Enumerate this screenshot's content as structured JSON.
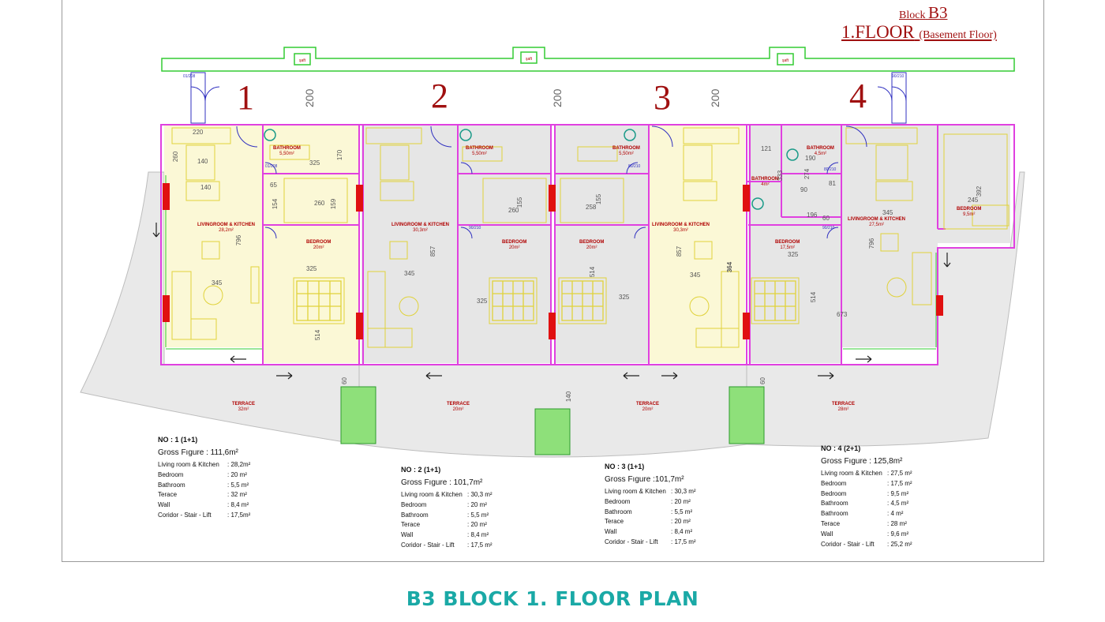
{
  "header": {
    "block_prefix": "Block",
    "block_name": "B3",
    "floor_main": "1.FLOOR",
    "floor_sub": "(Basement Floor)"
  },
  "shaft_label": "şaft",
  "gap_dimension": "200",
  "unit_numbers": [
    "1",
    "2",
    "3",
    "4"
  ],
  "rooms": {
    "u1_living": {
      "name": "LIVINGROOM & KITCHEN",
      "area": "28,2m²"
    },
    "u1_bath": {
      "name": "BATHROOM",
      "area": "5,50m²"
    },
    "u1_bed": {
      "name": "BEDROOM",
      "area": "20m²"
    },
    "u1_terrace": {
      "name": "TERRACE",
      "area": "32m²"
    },
    "u2_living": {
      "name": "LIVINGROOM & KITCHEN",
      "area": "30,3m²"
    },
    "u2_bath": {
      "name": "BATHROOM",
      "area": "5,50m²"
    },
    "u2_bed": {
      "name": "BEDROOM",
      "area": "20m²"
    },
    "u2_terrace": {
      "name": "TERRACE",
      "area": "20m²"
    },
    "u3_bath": {
      "name": "BATHROOM",
      "area": "5,50m²"
    },
    "u3_bed": {
      "name": "BEDROOM",
      "area": "20m²"
    },
    "u3_living": {
      "name": "LIVINGROOM & KITCHEN",
      "area": "30,3m²"
    },
    "u3_terrace": {
      "name": "TERRACE",
      "area": "20m²"
    },
    "u4_bath1": {
      "name": "BATHROOM",
      "area": "4m²"
    },
    "u4_bath2": {
      "name": "BATHROOM",
      "area": "4,5m²"
    },
    "u4_bed1": {
      "name": "BEDROOM",
      "area": "17,5m²"
    },
    "u4_living": {
      "name": "LIVINGROOM & KITCHEN",
      "area": "27,5m²"
    },
    "u4_bed2": {
      "name": "BEDROOM",
      "area": "9,5m²"
    },
    "u4_terrace": {
      "name": "TERRACE",
      "area": "28m²"
    }
  },
  "measurements": [
    "220",
    "260",
    "140",
    "140",
    "796",
    "345",
    "325",
    "514",
    "65",
    "154",
    "260",
    "159",
    "170",
    "325",
    "857",
    "345",
    "155",
    "260",
    "325",
    "258",
    "155",
    "514",
    "325",
    "857",
    "345",
    "364",
    "121",
    "333",
    "274",
    "190",
    "90",
    "81",
    "196",
    "60",
    "325",
    "514",
    "673",
    "796",
    "345",
    "392",
    "245",
    "60",
    "140",
    "60",
    "01/208",
    "01/208",
    "80/210",
    "80/210",
    "90/210",
    "90/210",
    "90/210"
  ],
  "units": [
    {
      "title": "NO : 1  (1+1)",
      "gross": "Gross Fıgure  : 111,6m²",
      "rows": [
        {
          "k": "Living room & Kitchen",
          "v": ":  28,2m²"
        },
        {
          "k": "Bedroom",
          "v": ":  20 m²"
        },
        {
          "k": "Bathroom",
          "v": ":  5,5 m²"
        },
        {
          "k": "Terace",
          "v": ":  32 m²"
        },
        {
          "k": "Wall",
          "v": ":  8,4 m²"
        },
        {
          "k": "Coridor - Stair - Lift",
          "v": ":  17,5m²"
        }
      ]
    },
    {
      "title": "NO : 2  (1+1)",
      "gross": "Gross Fıgure  : 101,7m²",
      "rows": [
        {
          "k": "Living room & Kitchen",
          "v": ":  30,3  m²"
        },
        {
          "k": "Bedroom",
          "v": ":  20  m²"
        },
        {
          "k": "Bathroom",
          "v": ":  5,5  m²"
        },
        {
          "k": "Terace",
          "v": ":  20  m²"
        },
        {
          "k": "Wall",
          "v": ":  8,4 m²"
        },
        {
          "k": "Coridor - Stair - Lift",
          "v": ":  17,5 m²"
        }
      ]
    },
    {
      "title": "NO : 3  (1+1)",
      "gross": "Gross Fıgure  :101,7m²",
      "rows": [
        {
          "k": "Living room & Kitchen",
          "v": ":  30,3  m²"
        },
        {
          "k": "Bedroom",
          "v": ":  20  m²"
        },
        {
          "k": "Bathroom",
          "v": ":  5,5  m²"
        },
        {
          "k": "Terace",
          "v": ":  20  m²"
        },
        {
          "k": "Wall",
          "v": ":  8,4 m²"
        },
        {
          "k": "Coridor - Stair - Lift",
          "v": ":  17,5 m²"
        }
      ]
    },
    {
      "title": "NO : 4  (2+1)",
      "gross": "Gross Fıgure  : 125,8m²",
      "rows": [
        {
          "k": "Living room & Kitchen",
          "v": ":  27,5  m²"
        },
        {
          "k": "Bedroom",
          "v": ":  17,5  m²"
        },
        {
          "k": "Bedroom",
          "v": ":  9,5 m²"
        },
        {
          "k": "Bathroom",
          "v": ":  4,5  m²"
        },
        {
          "k": "Bathroom",
          "v": ":  4 m²"
        },
        {
          "k": "Terace",
          "v": ":  28  m²"
        },
        {
          "k": "Wall",
          "v": ":  9,6 m²"
        },
        {
          "k": "Coridor - Stair - Lift",
          "v": ":  25,2 m²"
        }
      ]
    }
  ],
  "footer_title": "B3 BLOCK 1. FLOOR PLAN",
  "colors": {
    "wall": "#e040e0",
    "corridor": "#33cc33",
    "garden": "#8ee07a",
    "furniture": "#e0d23a",
    "room_label": "#b00000",
    "header": "#a01010",
    "footer": "#1aa9a6",
    "column": "#e01010"
  }
}
